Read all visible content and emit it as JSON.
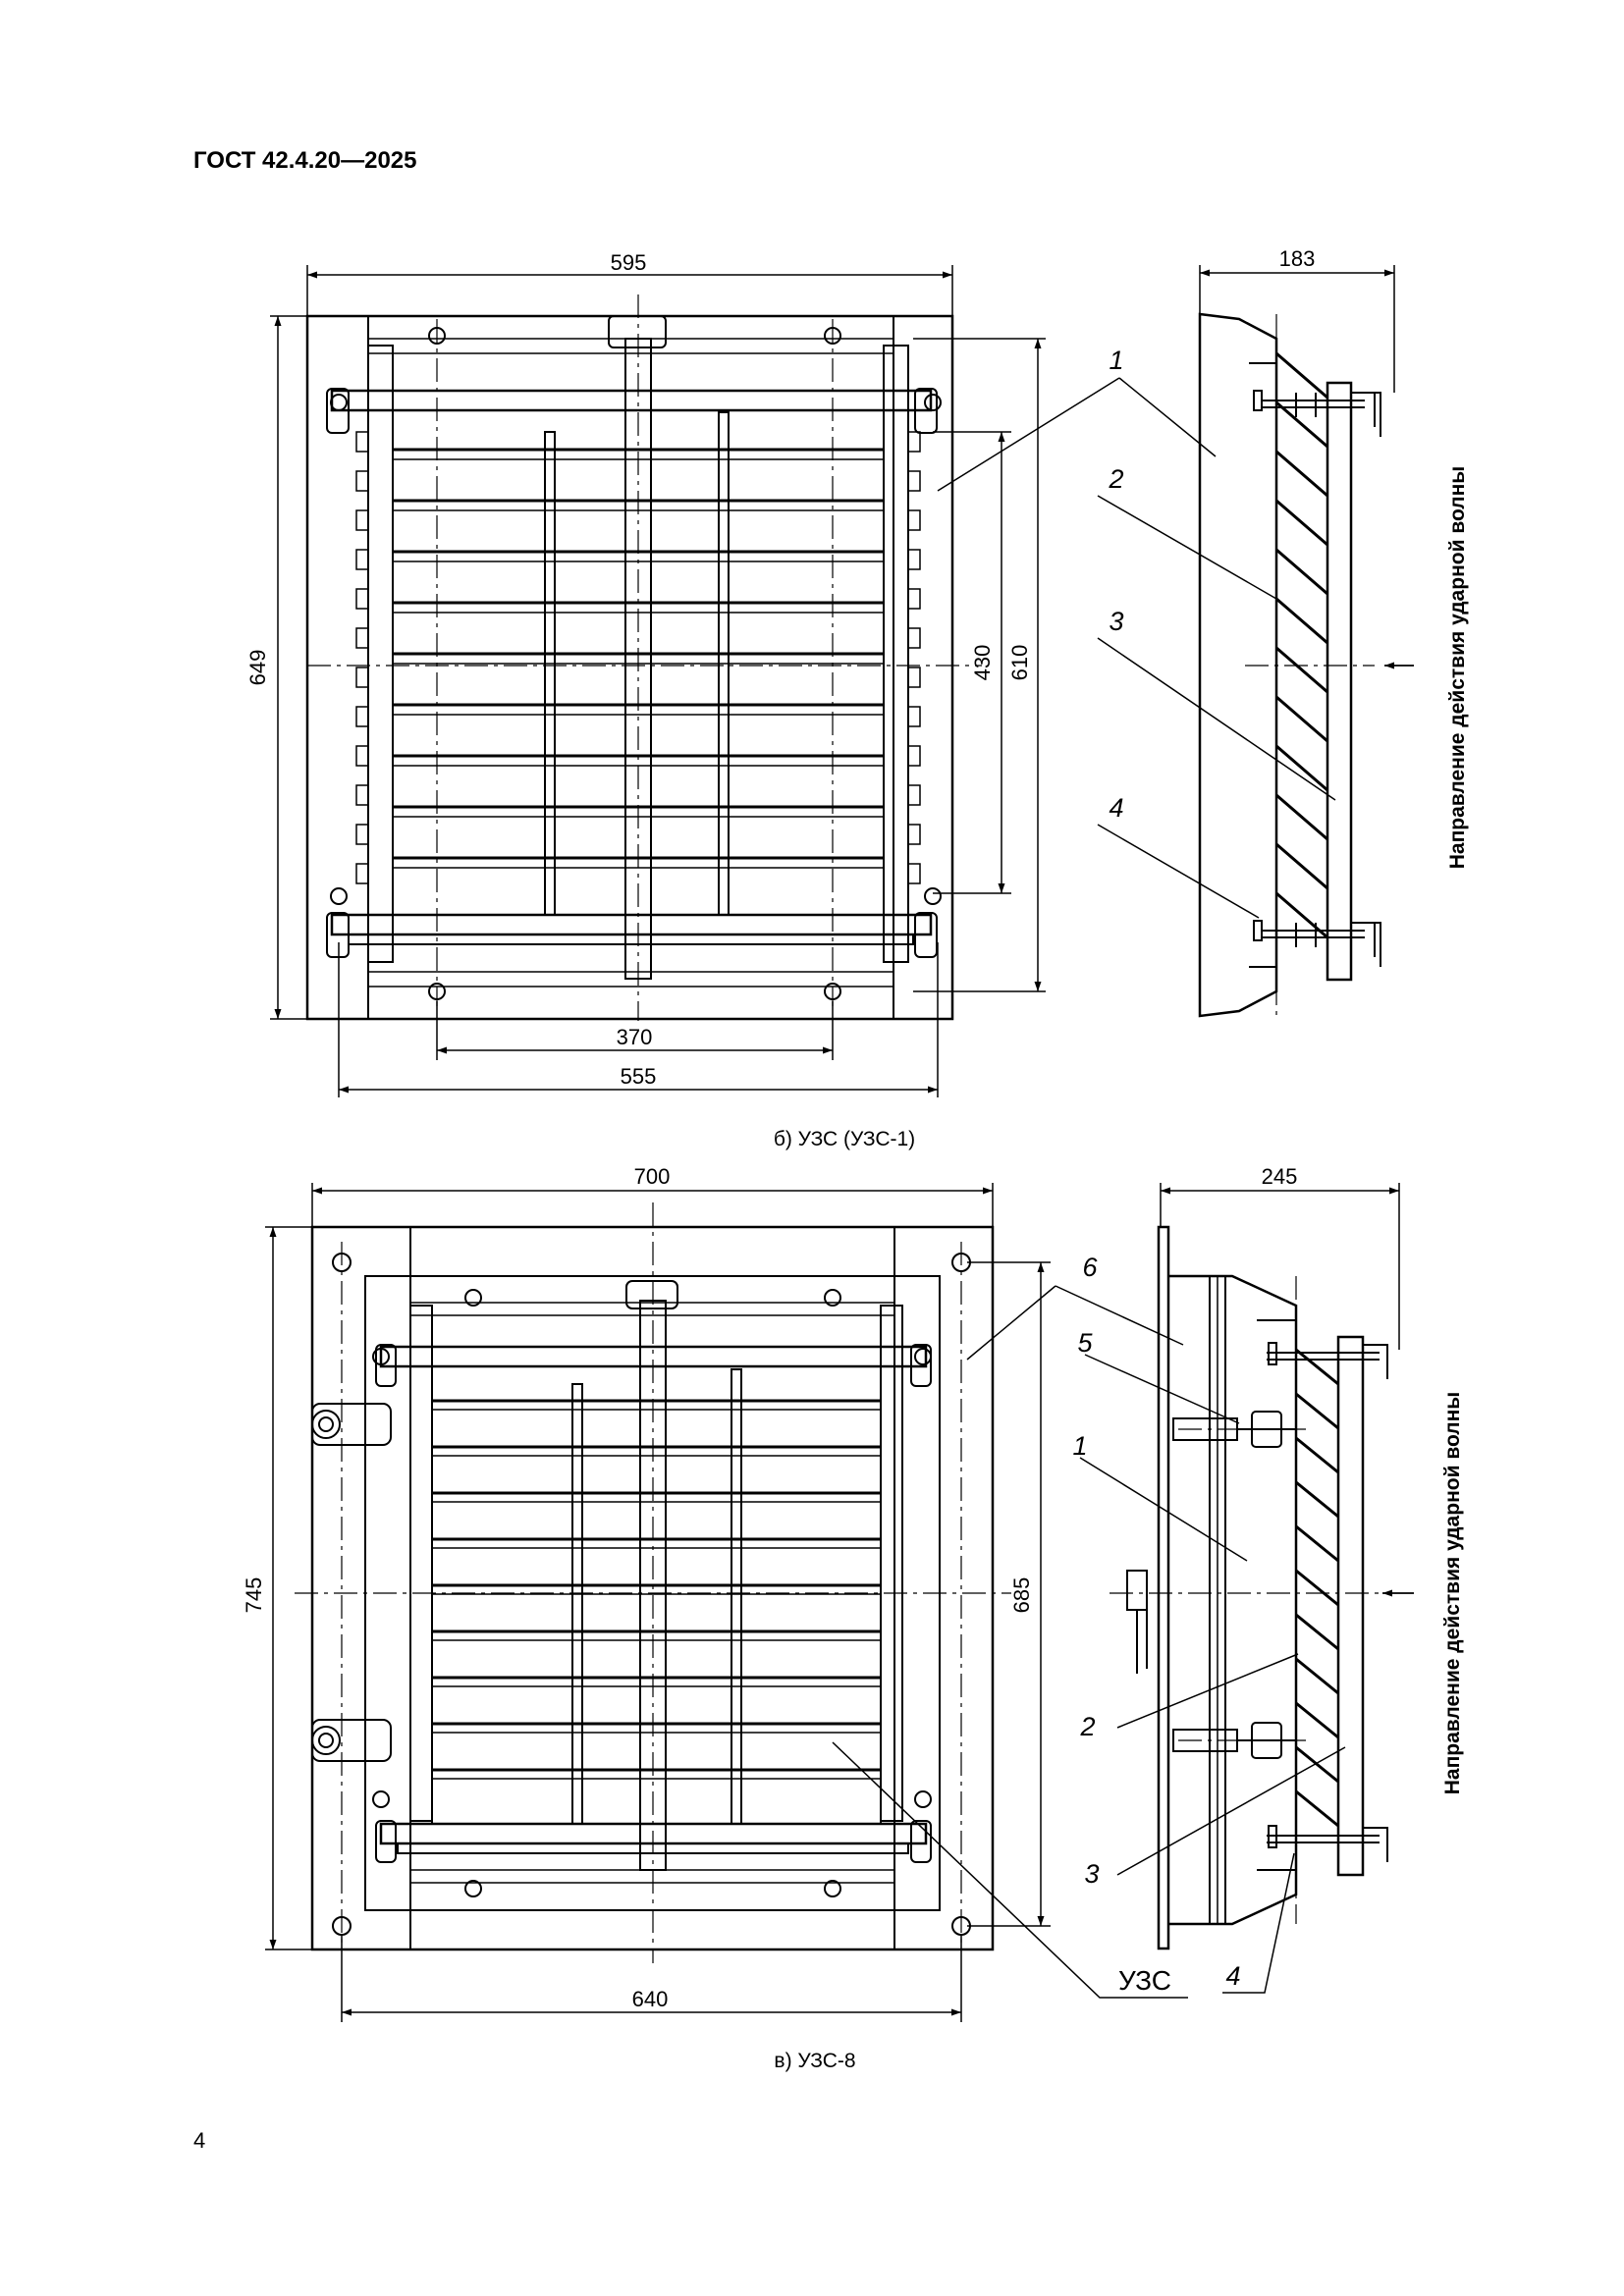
{
  "header": {
    "title": "ГОСТ 42.4.20—2025"
  },
  "page": {
    "number": "4"
  },
  "figure_b": {
    "caption": "б)  УЗС (УЗС-1)",
    "front_view": {
      "dim_width": "595",
      "dim_height": "649",
      "dim_430": "430",
      "dim_610": "610",
      "dim_370": "370",
      "dim_555": "555"
    },
    "side_view": {
      "dim_depth": "183",
      "labels": [
        "1",
        "2",
        "3",
        "4"
      ],
      "direction": "Направление действия ударной волны"
    }
  },
  "figure_v": {
    "caption": "в)  УЗС-8",
    "front_view": {
      "dim_width": "700",
      "dim_height": "745",
      "dim_685": "685",
      "dim_640": "640",
      "label_uzs": "УЗС"
    },
    "side_view": {
      "dim_depth": "245",
      "labels": [
        "6",
        "5",
        "1",
        "2",
        "3",
        "4"
      ],
      "direction": "Направление действия ударной волны"
    }
  }
}
